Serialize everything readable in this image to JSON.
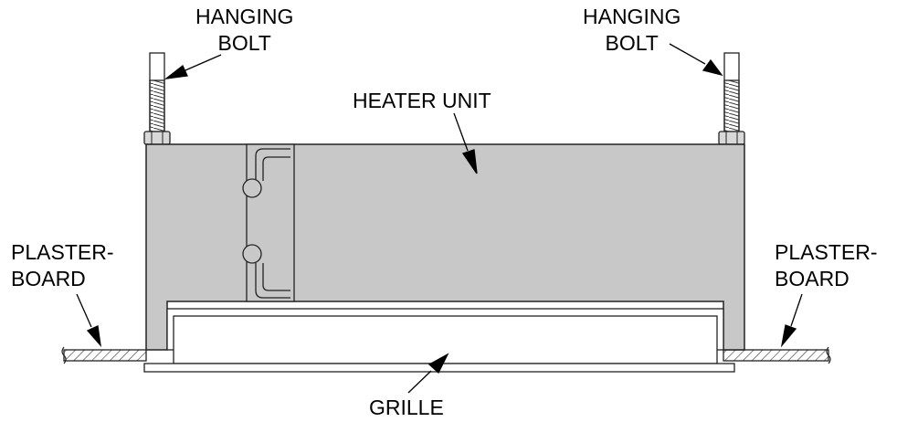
{
  "labels": {
    "hanging_bolt_left": [
      "HANGING",
      "BOLT"
    ],
    "hanging_bolt_right": [
      "HANGING",
      "BOLT"
    ],
    "heater_unit": "HEATER UNIT",
    "plasterboard_left": [
      "PLASTER-",
      "BOARD"
    ],
    "plasterboard_right": [
      "PLASTER-",
      "BOARD"
    ],
    "grille": "GRILLE"
  },
  "colors": {
    "unit_fill": "#c8c8c8",
    "outline": "#222222",
    "hatch": "#333333"
  }
}
